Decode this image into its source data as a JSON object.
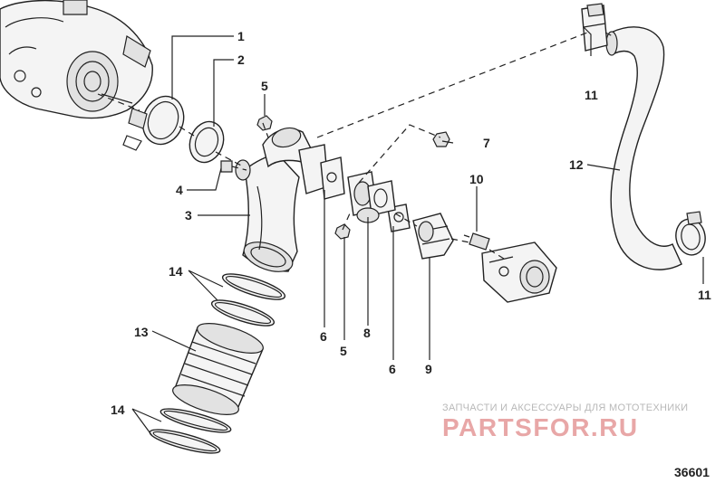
{
  "callouts": {
    "c1": "1",
    "c2": "2",
    "c3": "3",
    "c4": "4",
    "c5a": "5",
    "c5b": "5",
    "c6a": "6",
    "c6b": "6",
    "c7": "7",
    "c8": "8",
    "c9": "9",
    "c10": "10",
    "c11a": "11",
    "c11b": "11",
    "c12": "12",
    "c13": "13",
    "c14a": "14",
    "c14b": "14"
  },
  "watermark": {
    "caption": "ЗАПЧАСТИ И АКСЕССУАРЫ ДЛЯ МОТОТЕХНИКИ",
    "brand": "PARTSFOR.RU"
  },
  "figure_number": "36601",
  "colors": {
    "watermark_text": "#e8a7a7",
    "caption_text": "#b8b8b8",
    "line": "#222222"
  }
}
